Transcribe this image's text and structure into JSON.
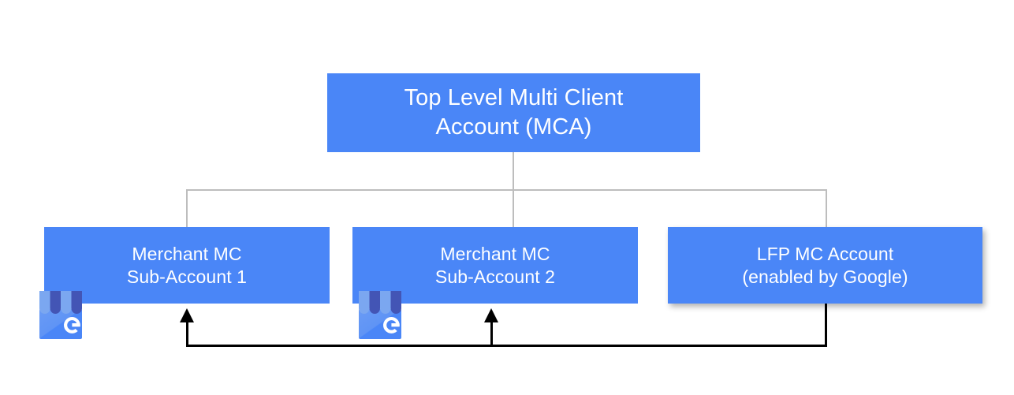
{
  "diagram": {
    "title": "Google Merchant Center account hierarchy",
    "background_color": "#ffffff",
    "node_fill_color": "#4a86f7",
    "node_text_color": "#ffffff",
    "connector_color": "#bdbdbd",
    "flow_arrow_color": "#000000",
    "nodes": {
      "top": {
        "line1": "Top Level Multi Client",
        "line2": "Account (MCA)"
      },
      "sub1": {
        "line1": "Merchant MC",
        "line2": "Sub-Account 1"
      },
      "sub2": {
        "line1": "Merchant MC",
        "line2": "Sub-Account 2"
      },
      "lfp": {
        "line1": "LFP MC Account",
        "line2": "(enabled by Google)"
      }
    },
    "icons": {
      "storefront_1": "google-my-business-storefront-icon",
      "storefront_2": "google-my-business-storefront-icon",
      "storefront_letter": "G",
      "storefront_awning_light": "#7ba7f0",
      "storefront_awning_dark": "#4355b5",
      "storefront_body": "#4a86f7"
    },
    "connectors": {
      "tree_stem": "top-to-bus-connector",
      "tree_bus": "horizontal-distribution-bus",
      "drop_1": "drop-to-sub-account-1",
      "drop_2": "drop-to-sub-account-2",
      "drop_3": "drop-to-lfp-account"
    },
    "flows": {
      "source": "lfp-mc-account",
      "targets": [
        "merchant-mc-sub-account-1",
        "merchant-mc-sub-account-2"
      ],
      "arrow_head_count": 2
    }
  }
}
